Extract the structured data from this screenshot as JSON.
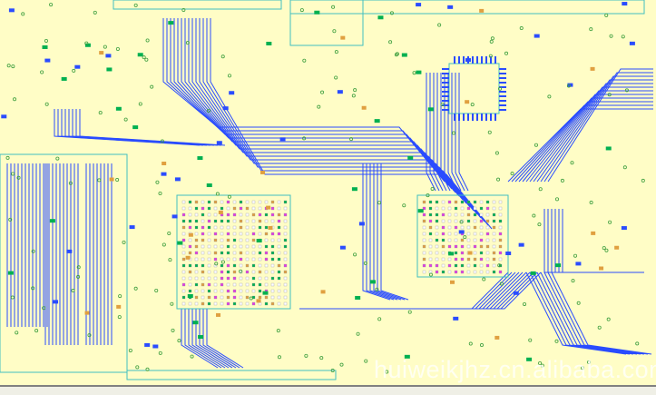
{
  "watermark": "huiweikjhz.cn.alibaba.com",
  "colors": {
    "background": "#fffdc6",
    "trace_top": "#2a4cff",
    "trace_bottom": "#00b050",
    "pad_magenta": "#e040e0",
    "pad_orange": "#e0a040",
    "outline_cyan": "#40c0c0",
    "via": "#40a040"
  },
  "components": [
    {
      "ref": "bga-left",
      "type": "BGA"
    },
    {
      "ref": "bga-right",
      "type": "BGA"
    },
    {
      "ref": "qfp-top",
      "type": "QFP"
    }
  ]
}
